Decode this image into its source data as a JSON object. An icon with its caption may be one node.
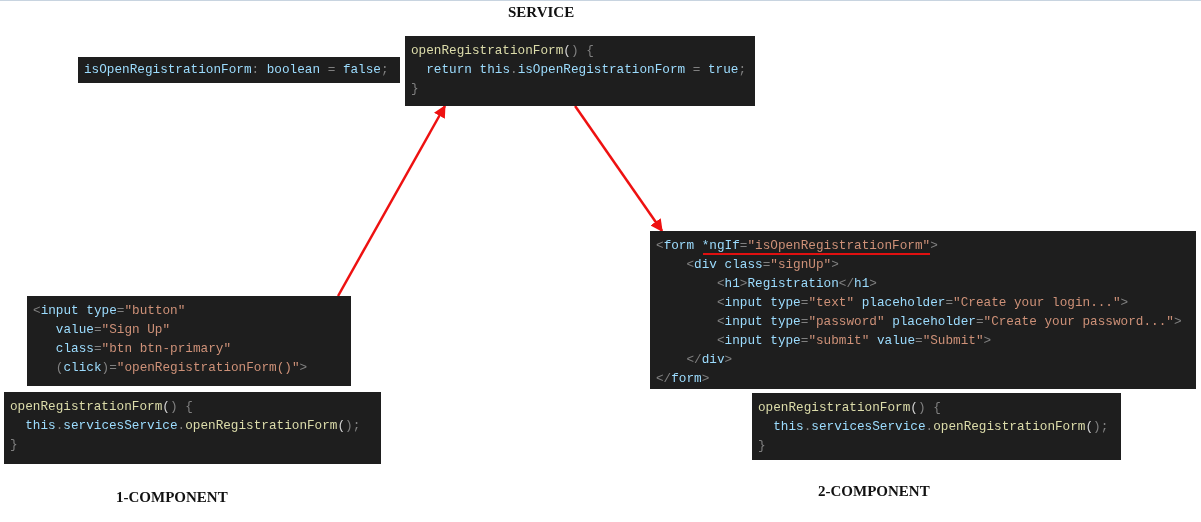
{
  "diagram": {
    "nodes": [
      {
        "text": [
          "isOpenRegistrationForm: boolean = false;"
        ]
      },
      {
        "text": [
          "openRegistrationForm() {",
          "return this.isOpenRegistrationForm = true;",
          "}"
        ]
      },
      {
        "text": [
          "<input type=\"button\"",
          "value=\"Sign Up\"",
          "class=\"btn btn-primary\"",
          "(click)=\"openRegistrationForm()\">"
        ]
      },
      {
        "text": [
          "openRegistrationForm() {",
          "this.servicesService.openRegistrationForm();",
          "}"
        ]
      },
      {
        "text": [
          "<form *ngIf=\"isOpenRegistrationForm\">",
          "<div class=\"signUp\">",
          "<h1>Registration</h1>",
          "<input type=\"text\" placeholder=\"Create your login...\">",
          "<input type=\"password\" placeholder=\"Create your password...\">",
          "<input type=\"submit\" value=\"Submit\">",
          "</div>",
          "</form>"
        ]
      },
      {
        "text": [
          "openRegistrationForm() {",
          "this.servicesService.openRegistrationForm();",
          "}"
        ]
      }
    ],
    "edges": [
      {
        "from": 2,
        "to": 1,
        "arrow": "to",
        "color": "#ee1111"
      },
      {
        "from": 1,
        "to": 4,
        "arrow": "to",
        "color": "#ee1111"
      }
    ],
    "labels": [
      "SERVICE",
      "1-COMPONENT",
      "2-COMPONENT"
    ]
  }
}
